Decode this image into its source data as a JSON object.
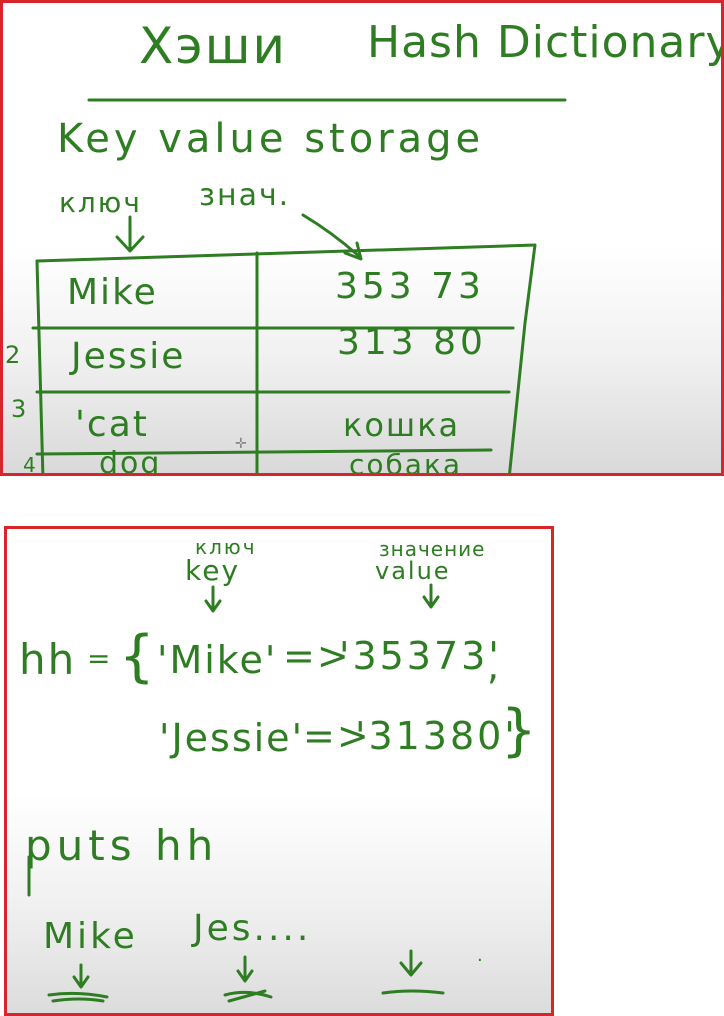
{
  "top": {
    "title_ru": "Хэши",
    "title_en": "Hash Dictionary",
    "subtitle": "Key value storage",
    "label_key": "ключ",
    "label_value": "знач.",
    "rows": [
      {
        "num": "",
        "key": "Mike",
        "value": "353 73"
      },
      {
        "num": "2",
        "key": "Jessie",
        "value": "313 80"
      },
      {
        "num": "3",
        "key": "'cat",
        "value": "кошка"
      },
      {
        "num": "4",
        "key": "dog",
        "value": "собака"
      }
    ]
  },
  "bottom": {
    "label_key_ru": "ключ",
    "label_key_en": "key",
    "label_value_ru": "значение",
    "label_value_en": "value",
    "var_name": "hh",
    "equals": "=",
    "open_brace": "{",
    "close_brace": "}",
    "line1_key": "'Mike'",
    "arrow_op": "=>",
    "line1_val": "'35373'",
    "comma": ",",
    "line2_key": "'Jessie'",
    "line2_val": "'31380'",
    "puts_line": "puts hh",
    "out1": "Mike",
    "out2": "Jes....",
    "dot": "."
  },
  "colors": {
    "ink": "#2e7d22",
    "frame": "#d7262b"
  }
}
